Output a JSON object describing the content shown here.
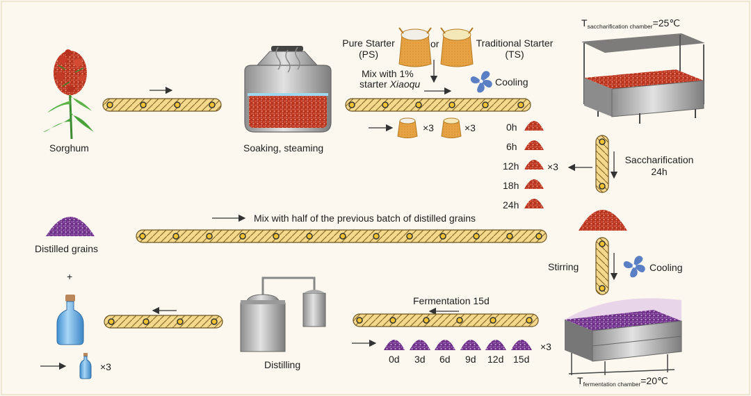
{
  "labels": {
    "sorghum": "Sorghum",
    "soaking": "Soaking, steaming",
    "pure_starter_1": "Pure Starter",
    "pure_starter_2": "(PS)",
    "or": "or",
    "trad_starter_1": "Traditional Starter",
    "trad_starter_2": "(TS)",
    "mix_1": "Mix with 1%",
    "mix_2": "starter",
    "mix_italic": "Xiaoqu",
    "cooling_top": "Cooling",
    "x3_a": "×3",
    "x3_b": "×3",
    "x3_time": "×3",
    "x3_days": "×3",
    "x3_bottle": "×3",
    "sacch_1": "Saccharification",
    "sacch_2": "24h",
    "t_sacch_T": "T",
    "t_sacch_sub": "saccharification chamber",
    "t_sacch_val": "=25℃",
    "t_ferm_T": "T",
    "t_ferm_sub": "fermentation chamber",
    "t_ferm_val": "=20℃",
    "mix_half": "Mix with half of the previous batch of distilled grains",
    "distilled_grains": "Distilled grains",
    "plus": "+",
    "stirring": "Stirring",
    "cooling_bottom": "Cooling",
    "fermentation": "Fermentation 15d",
    "distilling": "Distilling"
  },
  "time_points": [
    "0h",
    "6h",
    "12h",
    "18h",
    "24h"
  ],
  "day_points": [
    "0d",
    "3d",
    "6d",
    "9d",
    "12d",
    "15d"
  ],
  "colors": {
    "grain_red": "#c0392b",
    "grain_purple": "#7d3c98",
    "belt_frame": "#e8b84a",
    "belt_dark": "#555555",
    "starter_bag": "#e9a547",
    "fan_blue": "#5b7fc4",
    "bottle_blue": "#6fb0e3",
    "steel": "#a9a9a9"
  }
}
